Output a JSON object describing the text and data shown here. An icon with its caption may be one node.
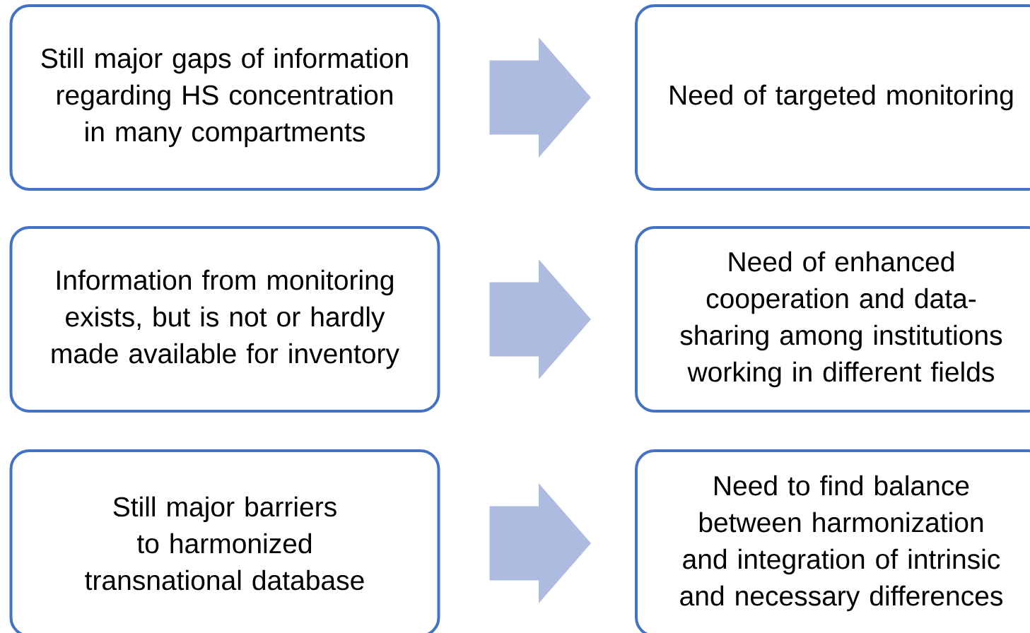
{
  "diagram": {
    "nodes": [
      {
        "text": [
          "Still major gaps of information regarding HS concentration in many compartments"
        ]
      },
      {
        "text": [
          "Need of targeted monitoring"
        ]
      },
      {
        "text": [
          "Information from monitoring exists, but is not or hardly made available for inventory"
        ]
      },
      {
        "text": [
          "Need of enhanced cooperation and data-sharing among institutions working in different fields"
        ]
      },
      {
        "text": [
          "Still major barriers to harmonized transnational database"
        ]
      },
      {
        "text": [
          "Need to find balance between harmonization and integration of intrinsic and necessary differences"
        ]
      }
    ],
    "edges": [
      {
        "from": 0,
        "to": 1,
        "arrow": "to"
      },
      {
        "from": 2,
        "to": 3,
        "arrow": "to"
      },
      {
        "from": 4,
        "to": 5,
        "arrow": "to"
      }
    ]
  }
}
